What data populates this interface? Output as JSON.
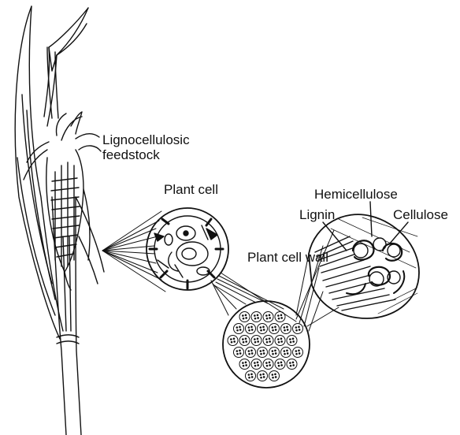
{
  "labels": {
    "feedstock": "Lignocellulosic feedstock",
    "plant_cell": "Plant cell",
    "plant_cell_wall": "Plant cell wall",
    "hemicellulose": "Hemicellulose",
    "lignin": "Lignin",
    "cellulose": "Cellulose"
  },
  "colors": {
    "ink": "#111111",
    "background": "#ffffff"
  }
}
